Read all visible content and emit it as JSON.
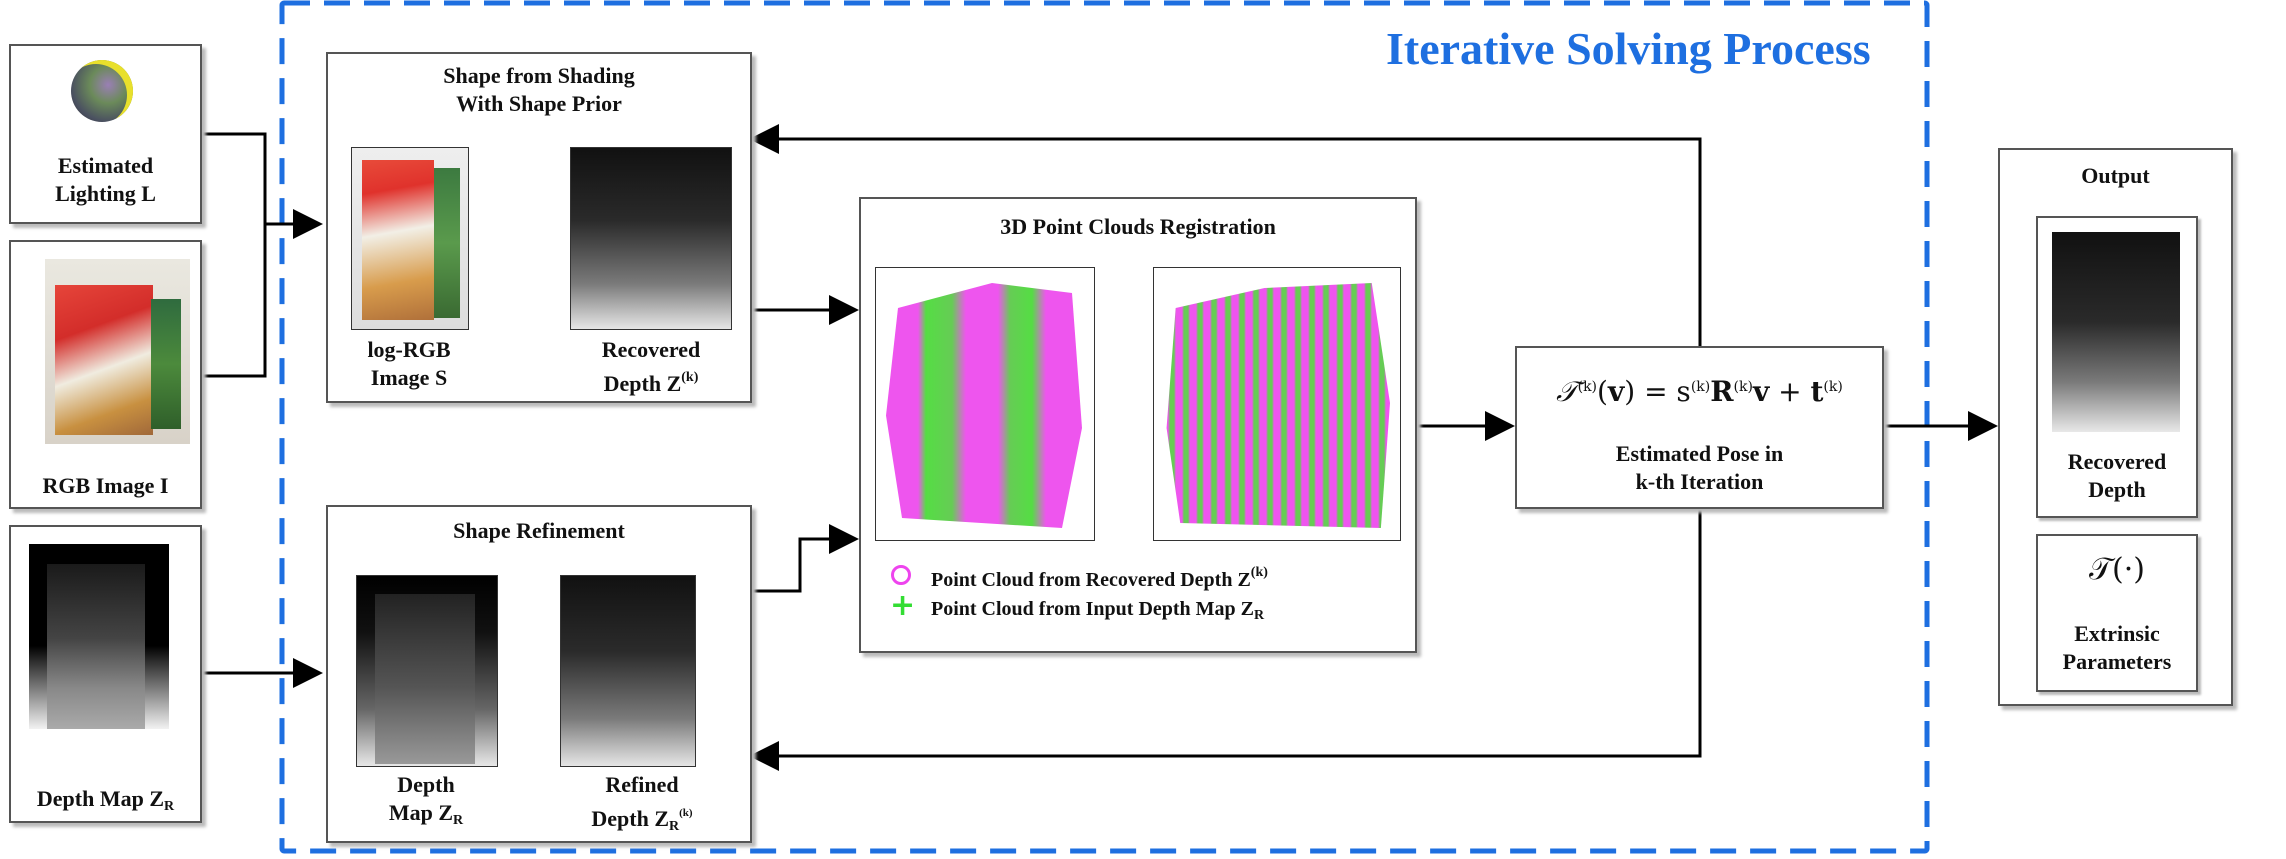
{
  "title": "Iterative Solving Process",
  "inputs": {
    "lighting": {
      "line1": "Estimated",
      "line2": "Lighting L"
    },
    "rgb": "RGB Image I",
    "depth": {
      "text": "Depth Map Z",
      "sub": "R"
    }
  },
  "sfs": {
    "title1": "Shape from Shading",
    "title2": "With Shape Prior",
    "img1_l1": "log-RGB",
    "img1_l2": "Image S",
    "img2_l1": "Recovered",
    "img2_l2": "Depth Z",
    "img2_sup": "(k)"
  },
  "refine": {
    "title": "Shape Refinement",
    "img1_l1": "Depth",
    "img1_l2": "Map Z",
    "img1_sub": "R",
    "img2_l1": "Refined",
    "img2_l2": "Depth Z",
    "img2_sub": "R",
    "img2_sup": "(k)"
  },
  "registration": {
    "title": "3D Point Clouds Registration",
    "legend1": "Point Cloud from Recovered Depth Z",
    "legend1_sup": "(k)",
    "legend2": "Point Cloud from Input Depth Map Z",
    "legend2_sub": "R"
  },
  "pose": {
    "formula": "𝒯(v) = s R v + t",
    "l1": "Estimated Pose in",
    "l2": "k-th Iteration"
  },
  "output": {
    "title": "Output",
    "depth_l1": "Recovered",
    "depth_l2": "Depth",
    "ext_symbol": "𝒯(·)",
    "ext_l1": "Extrinsic",
    "ext_l2": "Parameters"
  },
  "colors": {
    "accent": "#1e6fe0",
    "magenta": "#ee44ee",
    "green": "#33dd33"
  }
}
